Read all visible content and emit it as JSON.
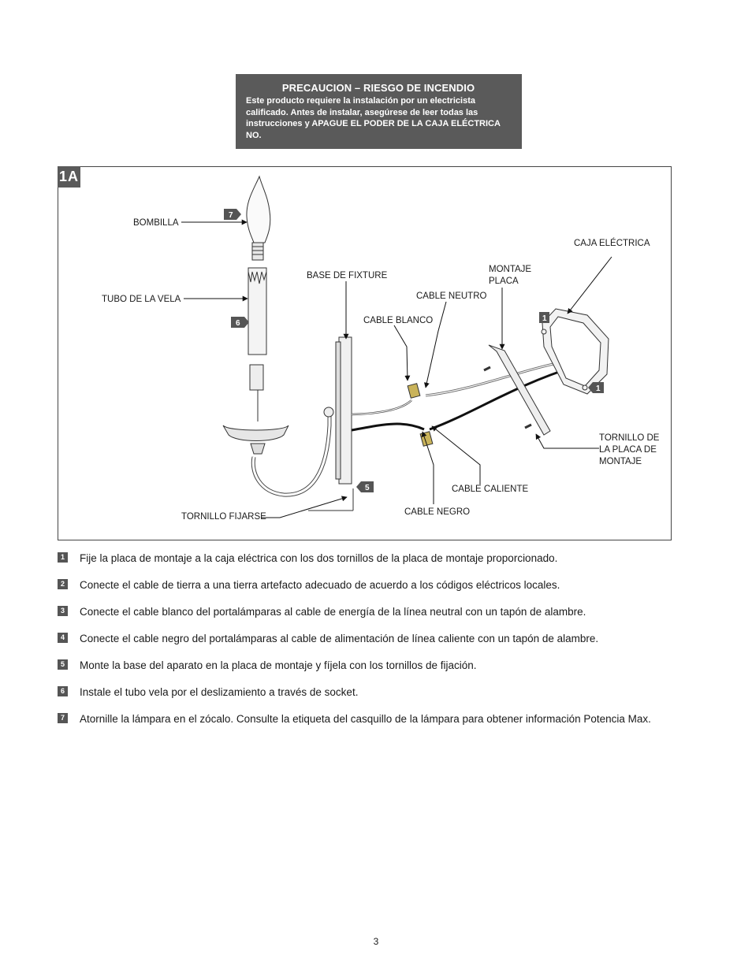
{
  "caution": {
    "title": "PRECAUCION – RIESGO DE INCENDIO",
    "body": "Este producto requiere la instalación por un electricista calificado. Antes de instalar, asegúrese de leer todas las instrucciones y APAGUE EL PODER DE LA CAJA ELÉCTRICA NO."
  },
  "figure": {
    "tag": "1A",
    "labels": {
      "bombilla": "BOMBILLA",
      "tubo": "TUBO DE LA VELA",
      "base": "BASE DE FIXTURE",
      "blanco": "CABLE BLANCO",
      "neutro": "CABLE NEUTRO",
      "montaje1": "MONTAJE",
      "montaje2": "PLACA",
      "caja": "CAJA ELÉCTRICA",
      "tornillo_placa1": "TORNILLO DE",
      "tornillo_placa2": "LA PLACA DE",
      "tornillo_placa3": "MONTAJE",
      "caliente": "CABLE CALIENTE",
      "negro": "CABLE NEGRO",
      "fijarse": "TORNILLO FIJARSE"
    },
    "callouts": {
      "c7": "7",
      "c6": "6",
      "c5": "5",
      "c1a": "1",
      "c1b": "1"
    }
  },
  "steps": [
    {
      "num": "1",
      "text": "Fije la placa de montaje a la caja eléctrica con los dos tornillos de la placa de montaje proporcionado."
    },
    {
      "num": "2",
      "text": "Conecte el cable de tierra a una tierra artefacto adecuado de acuerdo a los códigos eléctricos locales."
    },
    {
      "num": "3",
      "text": "Conecte el cable blanco del portalámparas al cable de energía de la línea neutral con un tapón de alambre."
    },
    {
      "num": "4",
      "text": "Conecte el cable negro del portalámparas al cable de alimentación de línea caliente con un tapón de alambre."
    },
    {
      "num": "5",
      "text": "Monte la base del aparato en la placa de montaje y fíjela con los tornillos de fijación."
    },
    {
      "num": "6",
      "text": "Instale el tubo vela por el deslizamiento a través de socket."
    },
    {
      "num": "7",
      "text": "Atornille la lámpara en el zócalo. Consulte la etiqueta del casquillo de la lámpara para obtener información Potencia Max."
    }
  ],
  "page_number": "3"
}
